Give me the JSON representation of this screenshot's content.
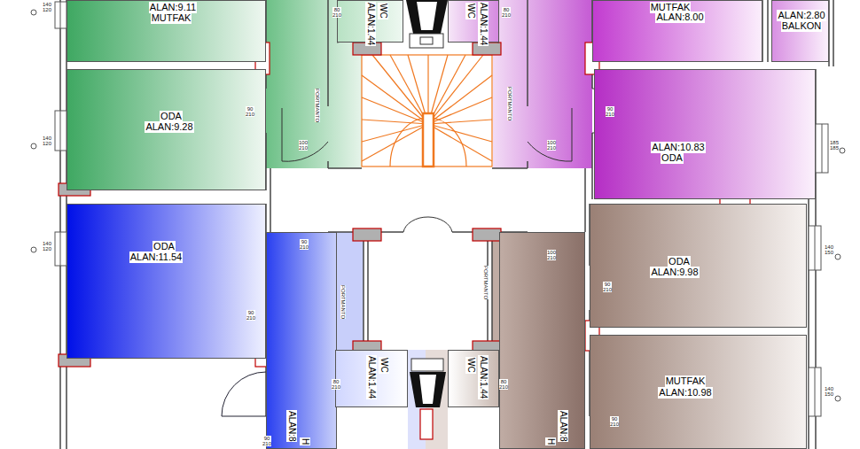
{
  "diagram": {
    "nodes": [
      {
        "text": [
          "ALAN:9.11",
          "MUTFAK"
        ]
      },
      {
        "text": [
          "WC",
          "ALAN:1.44"
        ]
      },
      {
        "text": [
          "WC",
          "ALAN:1.44"
        ]
      },
      {
        "text": [
          "MUTFAK",
          "ALAN:8.00"
        ]
      },
      {
        "text": [
          "ALAN:2.80",
          "BALKON"
        ]
      },
      {
        "text": [
          "ODA",
          "ALAN:9.28"
        ]
      },
      {
        "text": [
          "ALAN:10.83",
          "ODA"
        ]
      },
      {
        "text": [
          "ODA",
          "ALAN:11.54"
        ]
      },
      {
        "text": [
          "ODA",
          "ALAN:9.98"
        ]
      },
      {
        "text": [
          "ALAN:8",
          "H"
        ]
      },
      {
        "text": [
          "ALAN:8",
          "H"
        ]
      },
      {
        "text": [
          "MUTFAK",
          "ALAN:10.98"
        ]
      },
      {
        "text": [
          "ALAN:1.44",
          "WC"
        ]
      },
      {
        "text": [
          "WC",
          "ALAN:1.44"
        ]
      }
    ],
    "labels": [
      "PORTMANTO",
      "PORTMANTO",
      "PORTMANTO",
      "PORTMANTO",
      "80 210",
      "80 210",
      "90 210",
      "90 210",
      "100 210",
      "100 210",
      "90 210",
      "100 210",
      "90 210",
      "90 210",
      "80 210",
      "80 210",
      "90 210",
      "90 210",
      "140 120",
      "140 120",
      "140 120",
      "185 185",
      "140 150",
      "140 150"
    ]
  }
}
